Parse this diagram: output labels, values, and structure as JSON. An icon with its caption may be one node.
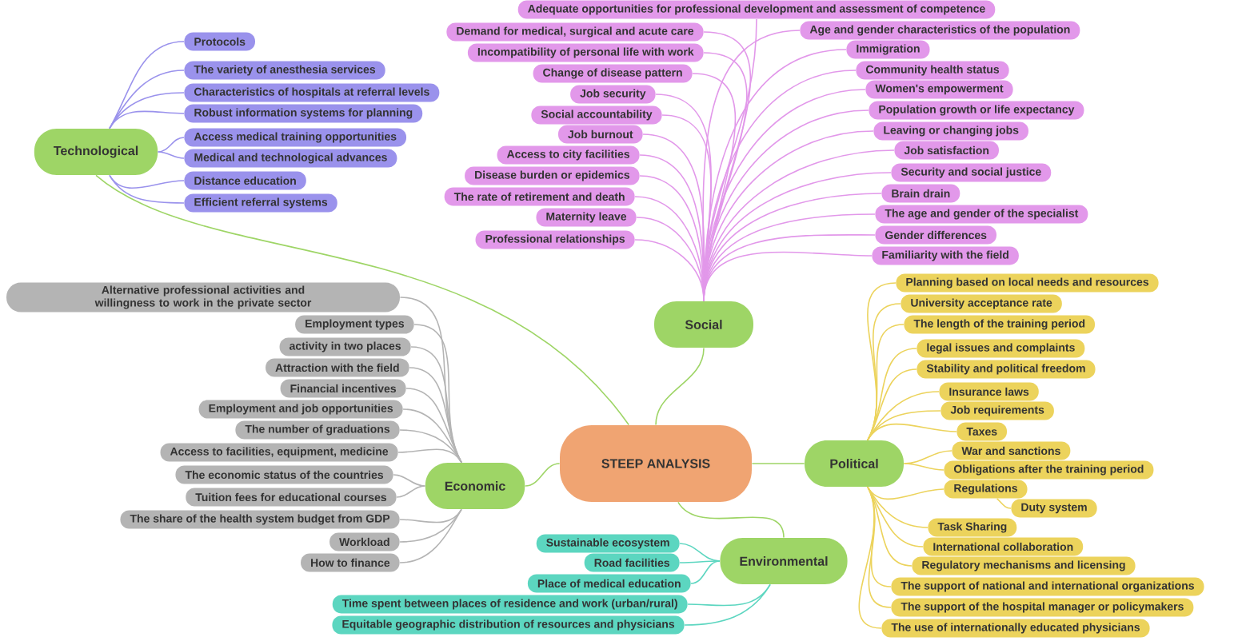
{
  "diagram": {
    "nodes": [
      {
        "text": [
          "STEEP ANALYSIS"
        ]
      },
      {
        "text": [
          "Technological"
        ]
      },
      {
        "text": [
          "Social"
        ]
      },
      {
        "text": [
          "Political"
        ]
      },
      {
        "text": [
          "Economic"
        ]
      },
      {
        "text": [
          "Environmental"
        ]
      },
      {
        "text": [
          "Protocols"
        ]
      },
      {
        "text": [
          "The variety of anesthesia services"
        ]
      },
      {
        "text": [
          "Characteristics of hospitals at referral levels"
        ]
      },
      {
        "text": [
          "Robust information systems for planning"
        ]
      },
      {
        "text": [
          "Access medical training opportunities"
        ]
      },
      {
        "text": [
          "Medical and technological advances"
        ]
      },
      {
        "text": [
          "Distance education"
        ]
      },
      {
        "text": [
          "Efficient referral systems"
        ]
      },
      {
        "text": [
          "Adequate opportunities for professional development and assessment of competence"
        ]
      },
      {
        "text": [
          "Demand for medical, surgical and acute care"
        ]
      },
      {
        "text": [
          "Incompatibility of personal life with work"
        ]
      },
      {
        "text": [
          "Change of disease pattern"
        ]
      },
      {
        "text": [
          "Job security"
        ]
      },
      {
        "text": [
          "Social accountability"
        ]
      },
      {
        "text": [
          "Job burnout"
        ]
      },
      {
        "text": [
          "Access to city facilities"
        ]
      },
      {
        "text": [
          "Disease burden or epidemics"
        ]
      },
      {
        "text": [
          "The rate of retirement and death"
        ]
      },
      {
        "text": [
          "Maternity leave"
        ]
      },
      {
        "text": [
          "Professional relationships"
        ]
      },
      {
        "text": [
          "Age and gender characteristics of the population"
        ]
      },
      {
        "text": [
          "Immigration"
        ]
      },
      {
        "text": [
          "Community health status"
        ]
      },
      {
        "text": [
          "Women's empowerment"
        ]
      },
      {
        "text": [
          "Population growth or life expectancy"
        ]
      },
      {
        "text": [
          "Leaving or changing jobs"
        ]
      },
      {
        "text": [
          "Job satisfaction"
        ]
      },
      {
        "text": [
          "Security and social justice"
        ]
      },
      {
        "text": [
          "Brain drain"
        ]
      },
      {
        "text": [
          "The age and gender of the specialist"
        ]
      },
      {
        "text": [
          "Gender differences"
        ]
      },
      {
        "text": [
          "Familiarity with the field"
        ]
      },
      {
        "text": [
          "Planning based on local needs and resources"
        ]
      },
      {
        "text": [
          "University acceptance rate"
        ]
      },
      {
        "text": [
          "The length of the training period"
        ]
      },
      {
        "text": [
          "legal issues and complaints"
        ]
      },
      {
        "text": [
          "Stability and political freedom"
        ]
      },
      {
        "text": [
          "Insurance laws"
        ]
      },
      {
        "text": [
          "Job requirements"
        ]
      },
      {
        "text": [
          "Taxes"
        ]
      },
      {
        "text": [
          "War and sanctions"
        ]
      },
      {
        "text": [
          "Obligations after the training period"
        ]
      },
      {
        "text": [
          "Regulations"
        ]
      },
      {
        "text": [
          "Duty system"
        ]
      },
      {
        "text": [
          "Task Sharing"
        ]
      },
      {
        "text": [
          "International collaboration"
        ]
      },
      {
        "text": [
          "Regulatory mechanisms and licensing"
        ]
      },
      {
        "text": [
          "The support of national and international organizations"
        ]
      },
      {
        "text": [
          "The support of the hospital manager or policymakers"
        ]
      },
      {
        "text": [
          "The use of internationally educated physicians"
        ]
      },
      {
        "text": [
          "Alternative professional activities and willingness to work in the private sector"
        ]
      },
      {
        "text": [
          "Employment types"
        ]
      },
      {
        "text": [
          "activity in two places"
        ]
      },
      {
        "text": [
          "Attraction with the field"
        ]
      },
      {
        "text": [
          "Financial incentives"
        ]
      },
      {
        "text": [
          "Employment and job opportunities"
        ]
      },
      {
        "text": [
          "The number of graduations"
        ]
      },
      {
        "text": [
          "Access to facilities, equipment, medicine"
        ]
      },
      {
        "text": [
          "The economic status of the countries"
        ]
      },
      {
        "text": [
          "Tuition fees for educational courses"
        ]
      },
      {
        "text": [
          "The share of the health system budget from GDP"
        ]
      },
      {
        "text": [
          "Workload"
        ]
      },
      {
        "text": [
          "How to finance"
        ]
      },
      {
        "text": [
          "Sustainable ecosystem"
        ]
      },
      {
        "text": [
          "Road facilities"
        ]
      },
      {
        "text": [
          "Place of medical education"
        ]
      },
      {
        "text": [
          "Time spent between places of residence and work (urban/rural)"
        ]
      },
      {
        "text": [
          "Equitable geographic distribution of resources and physicians"
        ]
      }
    ],
    "edges": [
      {
        "from": 0,
        "to": 1,
        "arrow": "none",
        "color": "#9ed566"
      },
      {
        "from": 0,
        "to": 2,
        "arrow": "none",
        "color": "#9ed566"
      },
      {
        "from": 0,
        "to": 3,
        "arrow": "none",
        "color": "#9ed566"
      },
      {
        "from": 0,
        "to": 4,
        "arrow": "none",
        "color": "#9ed566"
      },
      {
        "from": 0,
        "to": 5,
        "arrow": "none",
        "color": "#9ed566"
      },
      {
        "from": 1,
        "to": 6,
        "arrow": "none",
        "color": "#9a92ec"
      },
      {
        "from": 1,
        "to": 7,
        "arrow": "none",
        "color": "#9a92ec"
      },
      {
        "from": 1,
        "to": 8,
        "arrow": "none",
        "color": "#9a92ec"
      },
      {
        "from": 1,
        "to": 9,
        "arrow": "none",
        "color": "#9a92ec"
      },
      {
        "from": 1,
        "to": 10,
        "arrow": "none",
        "color": "#9a92ec"
      },
      {
        "from": 1,
        "to": 11,
        "arrow": "none",
        "color": "#9a92ec"
      },
      {
        "from": 1,
        "to": 12,
        "arrow": "none",
        "color": "#9a92ec"
      },
      {
        "from": 1,
        "to": 13,
        "arrow": "none",
        "color": "#9a92ec"
      },
      {
        "from": 2,
        "to": 14,
        "arrow": "none",
        "color": "#e298ea"
      },
      {
        "from": 2,
        "to": 15,
        "arrow": "none",
        "color": "#e298ea"
      },
      {
        "from": 2,
        "to": 16,
        "arrow": "none",
        "color": "#e298ea"
      },
      {
        "from": 2,
        "to": 17,
        "arrow": "none",
        "color": "#e298ea"
      },
      {
        "from": 2,
        "to": 18,
        "arrow": "none",
        "color": "#e298ea"
      },
      {
        "from": 2,
        "to": 19,
        "arrow": "none",
        "color": "#e298ea"
      },
      {
        "from": 2,
        "to": 20,
        "arrow": "none",
        "color": "#e298ea"
      },
      {
        "from": 2,
        "to": 21,
        "arrow": "none",
        "color": "#e298ea"
      },
      {
        "from": 2,
        "to": 22,
        "arrow": "none",
        "color": "#e298ea"
      },
      {
        "from": 2,
        "to": 23,
        "arrow": "none",
        "color": "#e298ea"
      },
      {
        "from": 2,
        "to": 24,
        "arrow": "none",
        "color": "#e298ea"
      },
      {
        "from": 2,
        "to": 25,
        "arrow": "none",
        "color": "#e298ea"
      },
      {
        "from": 2,
        "to": 26,
        "arrow": "none",
        "color": "#e298ea"
      },
      {
        "from": 2,
        "to": 27,
        "arrow": "none",
        "color": "#e298ea"
      },
      {
        "from": 2,
        "to": 28,
        "arrow": "none",
        "color": "#e298ea"
      },
      {
        "from": 2,
        "to": 29,
        "arrow": "none",
        "color": "#e298ea"
      },
      {
        "from": 2,
        "to": 30,
        "arrow": "none",
        "color": "#e298ea"
      },
      {
        "from": 2,
        "to": 31,
        "arrow": "none",
        "color": "#e298ea"
      },
      {
        "from": 2,
        "to": 32,
        "arrow": "none",
        "color": "#e298ea"
      },
      {
        "from": 2,
        "to": 33,
        "arrow": "none",
        "color": "#e298ea"
      },
      {
        "from": 2,
        "to": 34,
        "arrow": "none",
        "color": "#e298ea"
      },
      {
        "from": 2,
        "to": 35,
        "arrow": "none",
        "color": "#e298ea"
      },
      {
        "from": 2,
        "to": 36,
        "arrow": "none",
        "color": "#e298ea"
      },
      {
        "from": 2,
        "to": 37,
        "arrow": "none",
        "color": "#e298ea"
      },
      {
        "from": 3,
        "to": 38,
        "arrow": "none",
        "color": "#ecd35c"
      },
      {
        "from": 3,
        "to": 39,
        "arrow": "none",
        "color": "#ecd35c"
      },
      {
        "from": 3,
        "to": 40,
        "arrow": "none",
        "color": "#ecd35c"
      },
      {
        "from": 3,
        "to": 41,
        "arrow": "none",
        "color": "#ecd35c"
      },
      {
        "from": 3,
        "to": 42,
        "arrow": "none",
        "color": "#ecd35c"
      },
      {
        "from": 3,
        "to": 43,
        "arrow": "none",
        "color": "#ecd35c"
      },
      {
        "from": 3,
        "to": 44,
        "arrow": "none",
        "color": "#ecd35c"
      },
      {
        "from": 3,
        "to": 45,
        "arrow": "none",
        "color": "#ecd35c"
      },
      {
        "from": 3,
        "to": 46,
        "arrow": "none",
        "color": "#ecd35c"
      },
      {
        "from": 3,
        "to": 47,
        "arrow": "none",
        "color": "#ecd35c"
      },
      {
        "from": 3,
        "to": 48,
        "arrow": "none",
        "color": "#ecd35c"
      },
      {
        "from": 48,
        "to": 49,
        "arrow": "none",
        "color": "#ecd35c"
      },
      {
        "from": 3,
        "to": 50,
        "arrow": "none",
        "color": "#ecd35c"
      },
      {
        "from": 3,
        "to": 51,
        "arrow": "none",
        "color": "#ecd35c"
      },
      {
        "from": 3,
        "to": 52,
        "arrow": "none",
        "color": "#ecd35c"
      },
      {
        "from": 3,
        "to": 53,
        "arrow": "none",
        "color": "#ecd35c"
      },
      {
        "from": 3,
        "to": 54,
        "arrow": "none",
        "color": "#ecd35c"
      },
      {
        "from": 3,
        "to": 55,
        "arrow": "none",
        "color": "#ecd35c"
      },
      {
        "from": 4,
        "to": 56,
        "arrow": "none",
        "color": "#b4b4b4"
      },
      {
        "from": 4,
        "to": 57,
        "arrow": "none",
        "color": "#b4b4b4"
      },
      {
        "from": 4,
        "to": 58,
        "arrow": "none",
        "color": "#b4b4b4"
      },
      {
        "from": 4,
        "to": 59,
        "arrow": "none",
        "color": "#b4b4b4"
      },
      {
        "from": 4,
        "to": 60,
        "arrow": "none",
        "color": "#b4b4b4"
      },
      {
        "from": 4,
        "to": 61,
        "arrow": "none",
        "color": "#b4b4b4"
      },
      {
        "from": 4,
        "to": 62,
        "arrow": "none",
        "color": "#b4b4b4"
      },
      {
        "from": 4,
        "to": 63,
        "arrow": "none",
        "color": "#b4b4b4"
      },
      {
        "from": 4,
        "to": 64,
        "arrow": "none",
        "color": "#b4b4b4"
      },
      {
        "from": 4,
        "to": 65,
        "arrow": "none",
        "color": "#b4b4b4"
      },
      {
        "from": 4,
        "to": 66,
        "arrow": "none",
        "color": "#b4b4b4"
      },
      {
        "from": 4,
        "to": 67,
        "arrow": "none",
        "color": "#b4b4b4"
      },
      {
        "from": 4,
        "to": 68,
        "arrow": "none",
        "color": "#b4b4b4"
      },
      {
        "from": 5,
        "to": 69,
        "arrow": "none",
        "color": "#5cd6c0"
      },
      {
        "from": 5,
        "to": 70,
        "arrow": "none",
        "color": "#5cd6c0"
      },
      {
        "from": 5,
        "to": 71,
        "arrow": "none",
        "color": "#5cd6c0"
      },
      {
        "from": 5,
        "to": 72,
        "arrow": "none",
        "color": "#5cd6c0"
      },
      {
        "from": 5,
        "to": 73,
        "arrow": "none",
        "color": "#5cd6c0"
      }
    ]
  }
}
